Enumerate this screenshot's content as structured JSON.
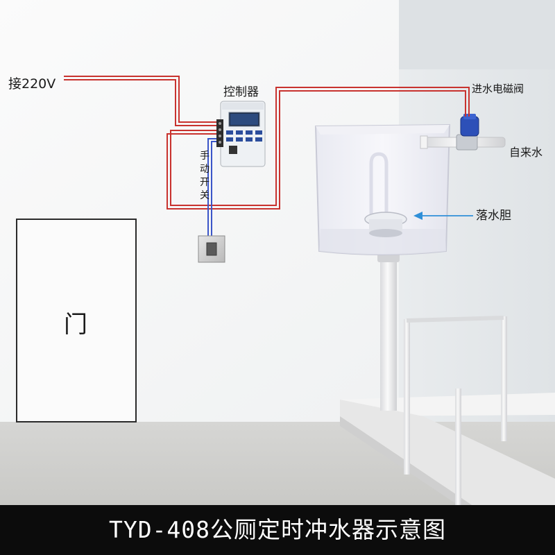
{
  "labels": {
    "power": "接220V",
    "controller": "控制器",
    "valve": "进水电磁阀",
    "water_supply": "自来水",
    "ballcock": "落水胆",
    "manual_switch": "手动开关",
    "door": "门"
  },
  "caption": "TYD-408公厕定时冲水器示意图",
  "colors": {
    "wire_red": "#c8322e",
    "wire_blue": "#3a55c8",
    "arrow_blue": "#2f8fd8",
    "caption_bg": "#0c0c0c"
  }
}
